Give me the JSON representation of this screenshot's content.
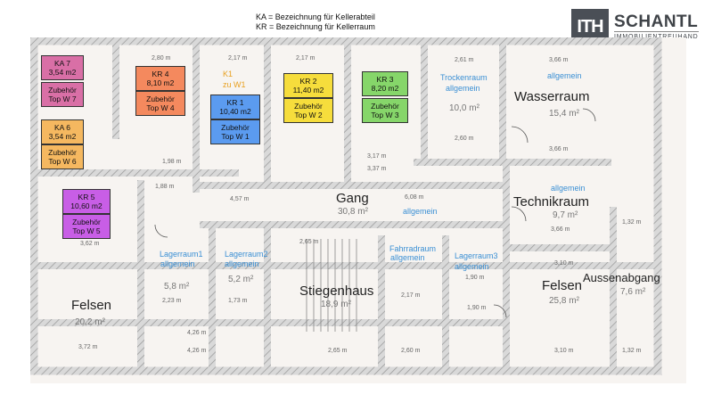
{
  "legend": {
    "line1": "KA =  Bezeichnung für Kellerabteil",
    "line2": "KR = Bezeichnung für Kellerraum"
  },
  "logo": {
    "mark": "ITH",
    "name": "SCHANTL",
    "subtitle": "IMMOBILIENTREUHAND"
  },
  "colors": {
    "pink": "#d96fa6",
    "orange_ka": "#f5b860",
    "salmon": "#f4895e",
    "blue": "#5b9bf0",
    "yellow": "#f6dd3c",
    "green": "#86d66a",
    "purple": "#c85ee6",
    "label_blue": "#3a8fd4",
    "label_orange": "#e8a020"
  },
  "tags": {
    "ka7": {
      "id": "KA 7",
      "area": "3,54 m2",
      "zub1": "Zubehör",
      "zub2": "Top W 7"
    },
    "ka6": {
      "id": "KA 6",
      "area": "3,54 m2",
      "zub1": "Zubehör",
      "zub2": "Top W 6"
    },
    "kr4": {
      "id": "KR 4",
      "area": "8,10 m2",
      "zub1": "Zubehör",
      "zub2": "Top W 4"
    },
    "kr1": {
      "id": "KR 1",
      "area": "10,40 m2",
      "zub1": "Zubehör",
      "zub2": "Top W 1"
    },
    "kr2": {
      "id": "KR 2",
      "area": "11,40 m2",
      "zub1": "Zubehör",
      "zub2": "Top W 2"
    },
    "kr3": {
      "id": "KR 3",
      "area": "8,20 m2",
      "zub1": "Zubehör",
      "zub2": "Top W 3"
    },
    "kr5": {
      "id": "KR 5",
      "area": "10,60 m2",
      "zub1": "Zubehör",
      "zub2": "Top W 5"
    }
  },
  "rooms": {
    "k1": "K1",
    "zu_w1": "zu W1",
    "trockenraum": "Trockenraum",
    "trockenraum_allg": "allgemein",
    "trockenraum_area": "10,0 m²",
    "wasserraum": "Wasserraum",
    "wasserraum_allg": "allgemein",
    "wasserraum_area": "15,4 m²",
    "gang": "Gang",
    "gang_allg": "allgemein",
    "gang_area": "30,8 m²",
    "technikraum": "Technikraum",
    "technikraum_allg": "allgemein",
    "technikraum_area": "9,7 m²",
    "lagerraum1": "Lagerraum1",
    "lagerraum1_allg": "allgemein",
    "lagerraum1_area": "5,8 m²",
    "lagerraum2": "Lagerraum2",
    "lagerraum2_allg": "allgemein",
    "lagerraum2_area": "5,2 m²",
    "fahrradraum": "Fahrradraum",
    "fahrradraum_allg": "allgemein",
    "lagerraum3": "Lagerraum3",
    "lagerraum3_allg": "allgemein",
    "stiegenhaus": "Stiegenhaus",
    "stiegenhaus_area": "18,9 m²",
    "felsen_left": "Felsen",
    "felsen_left_area": "20,2 m²",
    "felsen_right": "Felsen",
    "felsen_right_area": "25,8 m²",
    "aussenabgang": "Aussenabgang",
    "aussenabgang_area": "7,6 m²"
  },
  "dims": {
    "d1": "2,80 m",
    "d2": "2,17 m",
    "d3": "2,17 m",
    "d4": "2,61 m",
    "d5": "3,66 m",
    "d6": "2,60 m",
    "d7": "3,66 m",
    "d8": "4,57 m",
    "d9": "6,08 m",
    "d10": "3,37 m",
    "d11": "3,62 m",
    "d12": "3,66 m",
    "d13": "2,65 m",
    "d14": "3,10 m",
    "d15": "3,72 m",
    "d16": "4,26 m",
    "d17": "4,26 m",
    "d18": "2,65 m",
    "d19": "3,10 m",
    "d20": "1,32 m",
    "d21": "1,88 m",
    "d22": "2,23 m",
    "d23": "1,73 m",
    "d24": "2,17 m",
    "d25": "1,90 m",
    "d26": "3,17 m",
    "d27": "1,98 m",
    "d28": "2,60 m",
    "d29": "1,90 m",
    "d30": "1,32 m"
  }
}
